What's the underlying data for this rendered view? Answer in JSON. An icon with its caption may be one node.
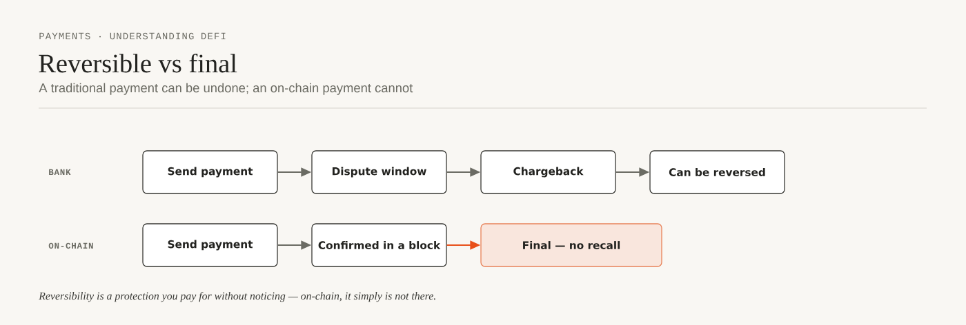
{
  "diagram": {
    "title": "Reversible vs final",
    "caption": "Reversibility is a protection you pay for without noticing — on-chain, it simply is not there.",
    "nodes": [
      {
        "text": [
          "Send payment"
        ]
      },
      {
        "text": [
          "Dispute window"
        ]
      },
      {
        "text": [
          "Chargeback"
        ]
      },
      {
        "text": [
          "Can be reversed"
        ]
      },
      {
        "text": [
          "Send payment"
        ]
      },
      {
        "text": [
          "Confirmed in a block"
        ]
      },
      {
        "text": [
          "Final — no recall"
        ]
      }
    ],
    "edges": [
      {
        "from": 0,
        "to": 1,
        "arrow": "to"
      },
      {
        "from": 1,
        "to": 2,
        "arrow": "to"
      },
      {
        "from": 2,
        "to": 3,
        "arrow": "to"
      },
      {
        "from": 4,
        "to": 5,
        "arrow": "to"
      },
      {
        "from": 5,
        "to": 6,
        "arrow": "to",
        "color": "#e8501a"
      }
    ],
    "labels": [
      "PAYMENTS · UNDERSTANDING DEFI",
      "A traditional payment can be undone; an on-chain payment cannot",
      "BANK",
      "ON-CHAIN"
    ]
  }
}
